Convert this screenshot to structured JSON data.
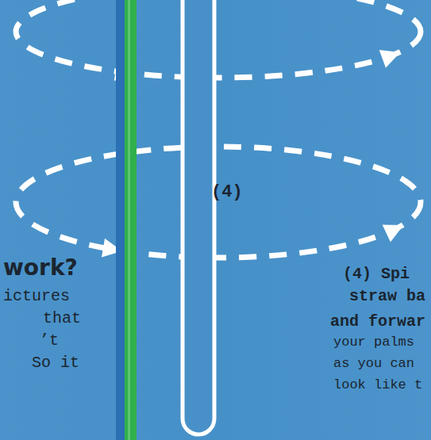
{
  "diagram": {
    "labels": [
      "(4)",
      "work?",
      "ictures",
      "that",
      "’t",
      "So it",
      "(4) Spi",
      "straw ba",
      "and forwar",
      "your palms",
      "as you can",
      "look like t"
    ]
  }
}
